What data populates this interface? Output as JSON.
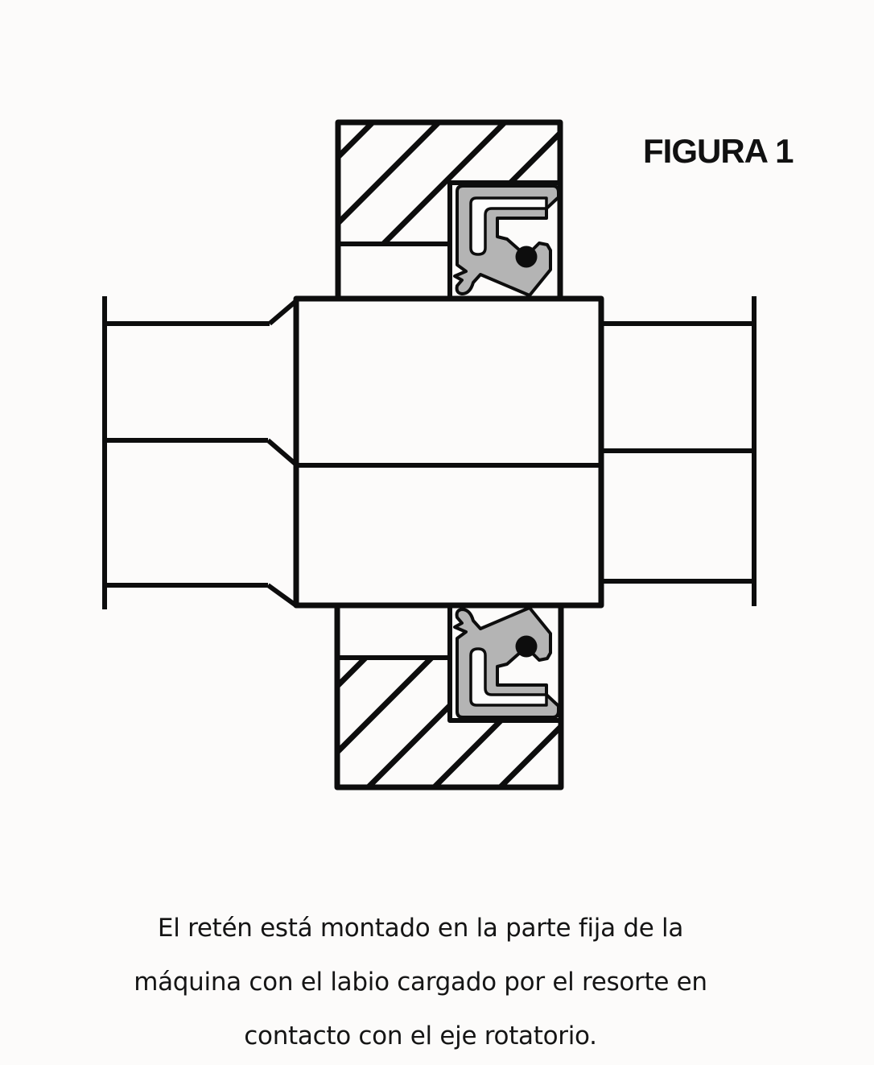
{
  "figure": {
    "label": "FIGURA 1"
  },
  "caption": {
    "line1": "El retén está montado en la parte fija de la",
    "line2": "máquina con el labio cargado por el resorte en",
    "line3": "contacto con el eje rotatorio."
  },
  "diagram": {
    "seal_top": "oil-seal-cross-section-upper",
    "seal_bottom": "oil-seal-cross-section-lower",
    "spring_icon": "garter-spring-dot",
    "housing_hatch": "diagonal-section-hatching",
    "shaft": "rotating-shaft"
  },
  "colors": {
    "line": "#0d0d0d",
    "seal_gray": "#b4b4b4",
    "background": "#fcfbfa",
    "spring_dot": "#0d0d0d"
  }
}
